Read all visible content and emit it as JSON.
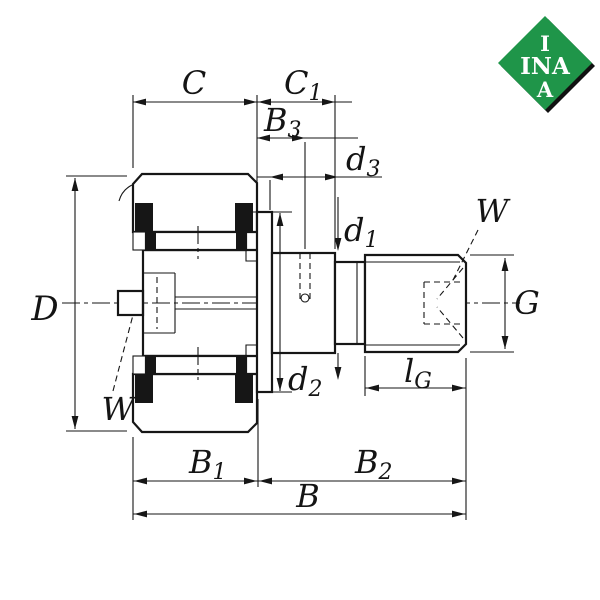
{
  "dims": {
    "c": {
      "main": "C",
      "sub": ""
    },
    "c1": {
      "main": "C",
      "sub": "1"
    },
    "b3": {
      "main": "B",
      "sub": "3"
    },
    "d3": {
      "main": "d",
      "sub": "3"
    },
    "d1": {
      "main": "d",
      "sub": "1"
    },
    "d2": {
      "main": "d",
      "sub": "2"
    },
    "D": {
      "main": "D",
      "sub": ""
    },
    "w_left": {
      "main": "W",
      "sub": ""
    },
    "w_right": {
      "main": "W",
      "sub": ""
    },
    "G": {
      "main": "G",
      "sub": ""
    },
    "lg": {
      "main": "l",
      "sub": "G"
    },
    "b1": {
      "main": "B",
      "sub": "1"
    },
    "b2": {
      "main": "B",
      "sub": "2"
    },
    "b": {
      "main": "B",
      "sub": ""
    }
  },
  "logo": {
    "top": "I",
    "middle": "INA",
    "bottom": "A",
    "green": "#1f9549",
    "shadow": "#111111"
  }
}
